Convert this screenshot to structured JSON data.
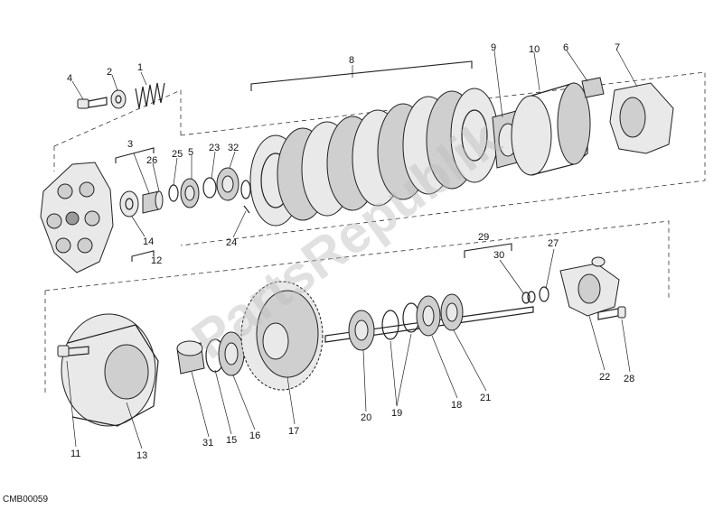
{
  "callouts": [
    {
      "label": "4"
    },
    {
      "label": "2"
    },
    {
      "label": "1"
    },
    {
      "label": "3"
    },
    {
      "label": "26"
    },
    {
      "label": "25"
    },
    {
      "label": "5"
    },
    {
      "label": "23"
    },
    {
      "label": "32"
    },
    {
      "label": "8"
    },
    {
      "label": "9"
    },
    {
      "label": "10"
    },
    {
      "label": "6"
    },
    {
      "label": "7"
    },
    {
      "label": "14"
    },
    {
      "label": "12"
    },
    {
      "label": "24"
    },
    {
      "label": "29"
    },
    {
      "label": "30"
    },
    {
      "label": "27"
    },
    {
      "label": "11"
    },
    {
      "label": "13"
    },
    {
      "label": "31"
    },
    {
      "label": "15"
    },
    {
      "label": "16"
    },
    {
      "label": "17"
    },
    {
      "label": "20"
    },
    {
      "label": "19"
    },
    {
      "label": "18"
    },
    {
      "label": "21"
    },
    {
      "label": "22"
    },
    {
      "label": "28"
    }
  ],
  "watermark": "PartsRepublik",
  "drawing_code": "CMB00059",
  "colors": {
    "line": "#222222",
    "shade": "#cfcfcf",
    "watermark": "#bdbdbd"
  }
}
